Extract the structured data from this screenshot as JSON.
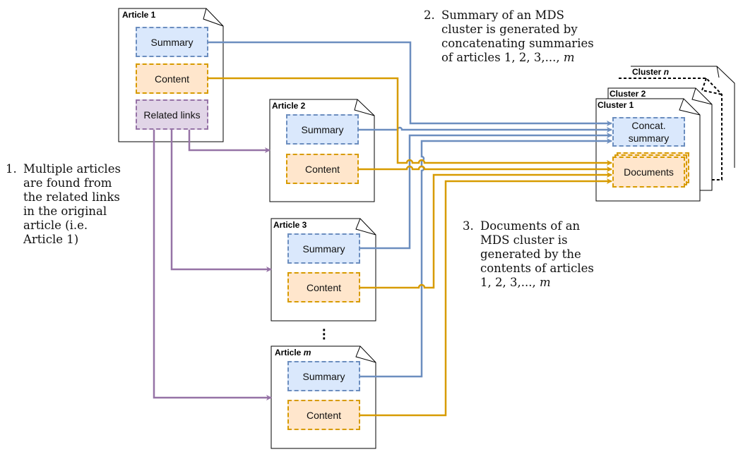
{
  "colors": {
    "summary_stroke": "#6c8ebf",
    "summary_fill": "#dae8fc",
    "content_stroke": "#d79b00",
    "content_fill": "#ffe6cc",
    "links_stroke": "#9673a6",
    "links_fill": "#e1d5e7"
  },
  "articles": [
    {
      "title": "Article 1",
      "summary": "Summary",
      "content": "Content",
      "links": "Related links"
    },
    {
      "title": "Article 2",
      "summary": "Summary",
      "content": "Content"
    },
    {
      "title": "Article 3",
      "summary": "Summary",
      "content": "Content"
    },
    {
      "title_prefix": "Article ",
      "title_var": "m",
      "summary": "Summary",
      "content": "Content"
    }
  ],
  "ellipsis": "⋮",
  "clusters": [
    {
      "title": "Cluster 1",
      "concat_summary": "Concat.\nsummary",
      "documents": "Documents"
    },
    {
      "title": "Cluster 2"
    },
    {
      "title_prefix": "Cluster ",
      "title_var": "n"
    }
  ],
  "notes": [
    {
      "number": "1.",
      "lines": "Multiple articles\nare found from\nthe related links\nin the original\narticle (i.e.\nArticle 1)"
    },
    {
      "number": "2.",
      "lines": "Summary of an MDS\ncluster is generated by\nconcatenating summaries\nof articles 1, 2, 3,..., ",
      "var": "m"
    },
    {
      "number": "3.",
      "lines": "Documents of an\nMDS cluster is\ngenerated by the\ncontents of articles\n1, 2, 3,..., ",
      "var": "m"
    }
  ]
}
